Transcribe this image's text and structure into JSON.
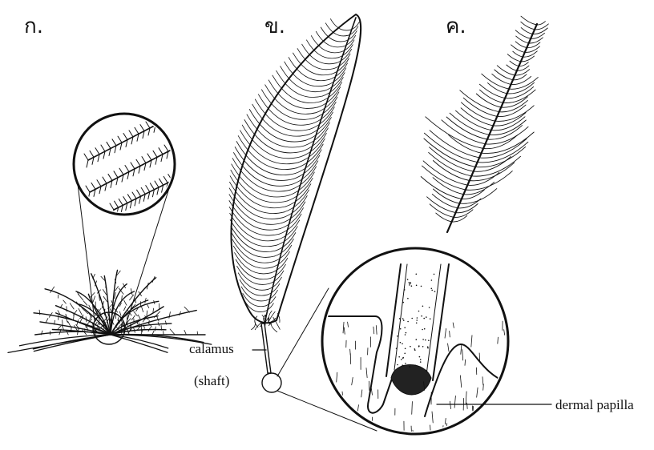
{
  "panels": {
    "a_label": "ก.",
    "b_label": "ข.",
    "c_label": "ค."
  },
  "annotations": {
    "calamus": "calamus",
    "shaft": "(shaft)",
    "dermal_papilla": "dermal papilla"
  },
  "colors": {
    "ink": "#111111",
    "background": "#ffffff"
  }
}
